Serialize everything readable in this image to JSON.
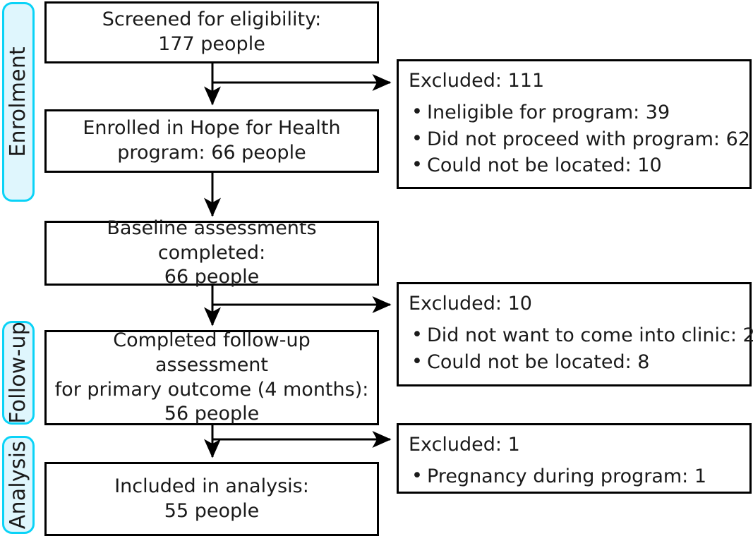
{
  "diagram": {
    "type": "consort-participant-flow-diagram",
    "stages": [
      {
        "id": "enrolment",
        "label": "Enrolment"
      },
      {
        "id": "follow-up",
        "label": "Follow-up"
      },
      {
        "id": "analysis",
        "label": "Analysis"
      }
    ],
    "nodes": [
      {
        "id": "screened",
        "stage": "enrolment",
        "text": "Screened for eligibility:\n177 people",
        "count": 177
      },
      {
        "id": "enrolled",
        "stage": "enrolment",
        "text": "Enrolled in Hope for Health\nprogram: 66 people",
        "count": 66
      },
      {
        "id": "baseline",
        "stage": "follow-up",
        "text": "Baseline assessments completed:\n66 people",
        "count": 66
      },
      {
        "id": "followup",
        "stage": "follow-up",
        "text": "Completed follow-up assessment\nfor primary outcome (4 months):\n56 people",
        "count": 56
      },
      {
        "id": "analysis",
        "stage": "analysis",
        "text": "Included in analysis:\n55 people",
        "count": 55
      }
    ],
    "exclusions": [
      {
        "id": "excluded-enrolment",
        "title": "Excluded: 111",
        "total": 111,
        "reasons": [
          "Ineligible for program: 39",
          "Did not proceed with program: 62",
          "Could not be located: 10"
        ]
      },
      {
        "id": "excluded-followup",
        "title": "Excluded: 10",
        "total": 10,
        "reasons": [
          "Did not want to come into clinic: 2",
          "Could not be located: 8"
        ]
      },
      {
        "id": "excluded-analysis",
        "title": "Excluded: 1",
        "total": 1,
        "reasons": [
          "Pregnancy during program: 1"
        ]
      }
    ],
    "colors": {
      "stage_fill": "#dff6fd",
      "stage_border": "#0ad3f7",
      "box_border": "#000000",
      "text": "#1a1a1a",
      "background": "#ffffff"
    }
  }
}
